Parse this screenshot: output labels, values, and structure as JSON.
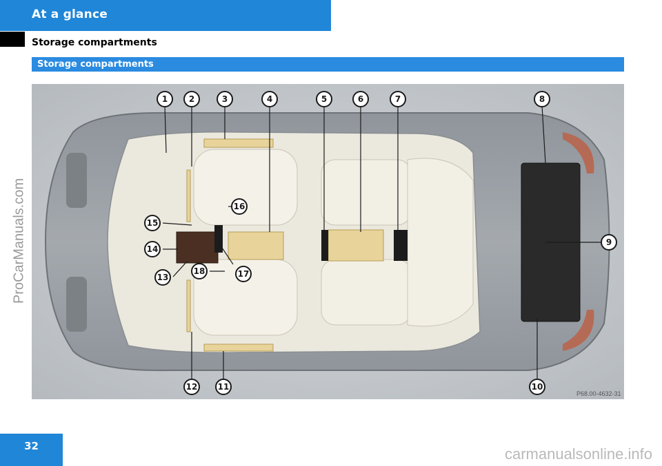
{
  "header": {
    "title": "At a glance"
  },
  "section": {
    "title": "Storage compartments"
  },
  "bar": {
    "label": "Storage compartments"
  },
  "figure": {
    "code": "P68.00-4632-31",
    "callouts": [
      "1",
      "2",
      "3",
      "4",
      "5",
      "6",
      "7",
      "8",
      "9",
      "10",
      "11",
      "12",
      "13",
      "14",
      "15",
      "16",
      "17",
      "18"
    ]
  },
  "page": {
    "number": "32"
  },
  "watermarks": {
    "side": "ProCarManuals.com",
    "bottom": "carmanualsonline.info"
  },
  "colors": {
    "accent": "#1f86d8",
    "bar": "#2a8be0",
    "highlight": "#e8d39a"
  }
}
